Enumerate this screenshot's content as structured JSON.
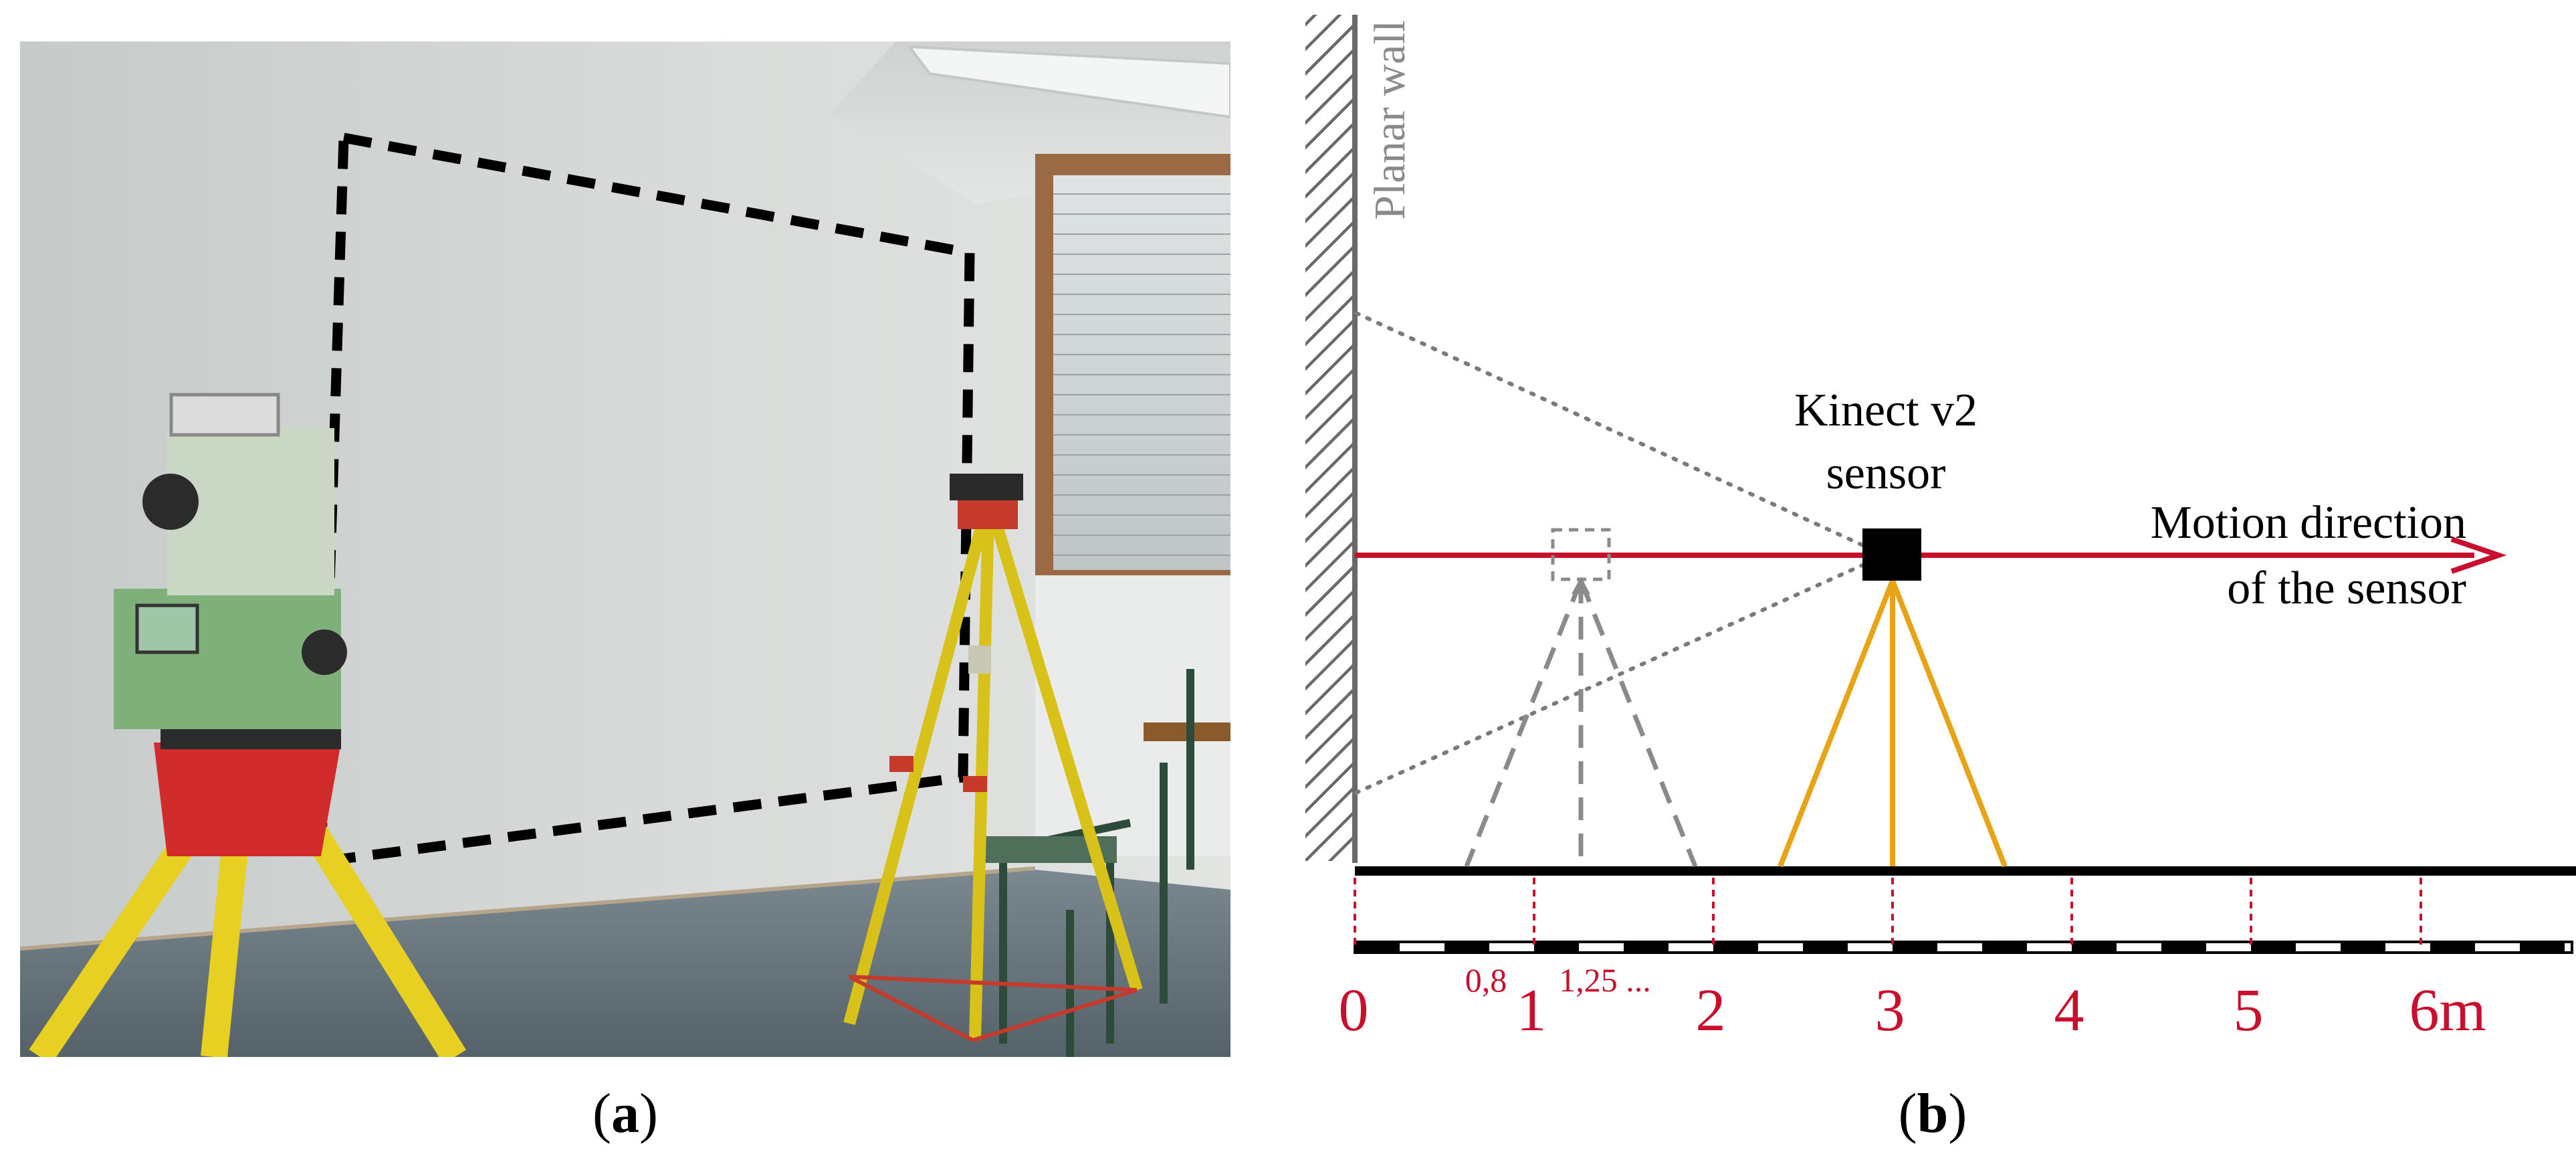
{
  "panel_a": {
    "caption_paren_open": "(",
    "caption_letter": "a",
    "caption_paren_close": ")"
  },
  "panel_b": {
    "caption_paren_open": "(",
    "caption_letter": "b",
    "caption_paren_close": ")",
    "wall_label": "Planar wall",
    "sensor_label_line1": "Kinect v2",
    "sensor_label_line2": "sensor",
    "motion_label_line1": "Motion direction",
    "motion_label_line2": "of the sensor",
    "ticks_major": [
      "0",
      "1",
      "2",
      "3",
      "4",
      "5",
      "6m"
    ],
    "ticks_minor": [
      "0,8",
      "1,25 ..."
    ]
  },
  "colors": {
    "accent_red": "#c8102e",
    "tripod_orange": "#e8a317",
    "ghost_gray": "#8a8a8a",
    "ink": "#000000"
  }
}
